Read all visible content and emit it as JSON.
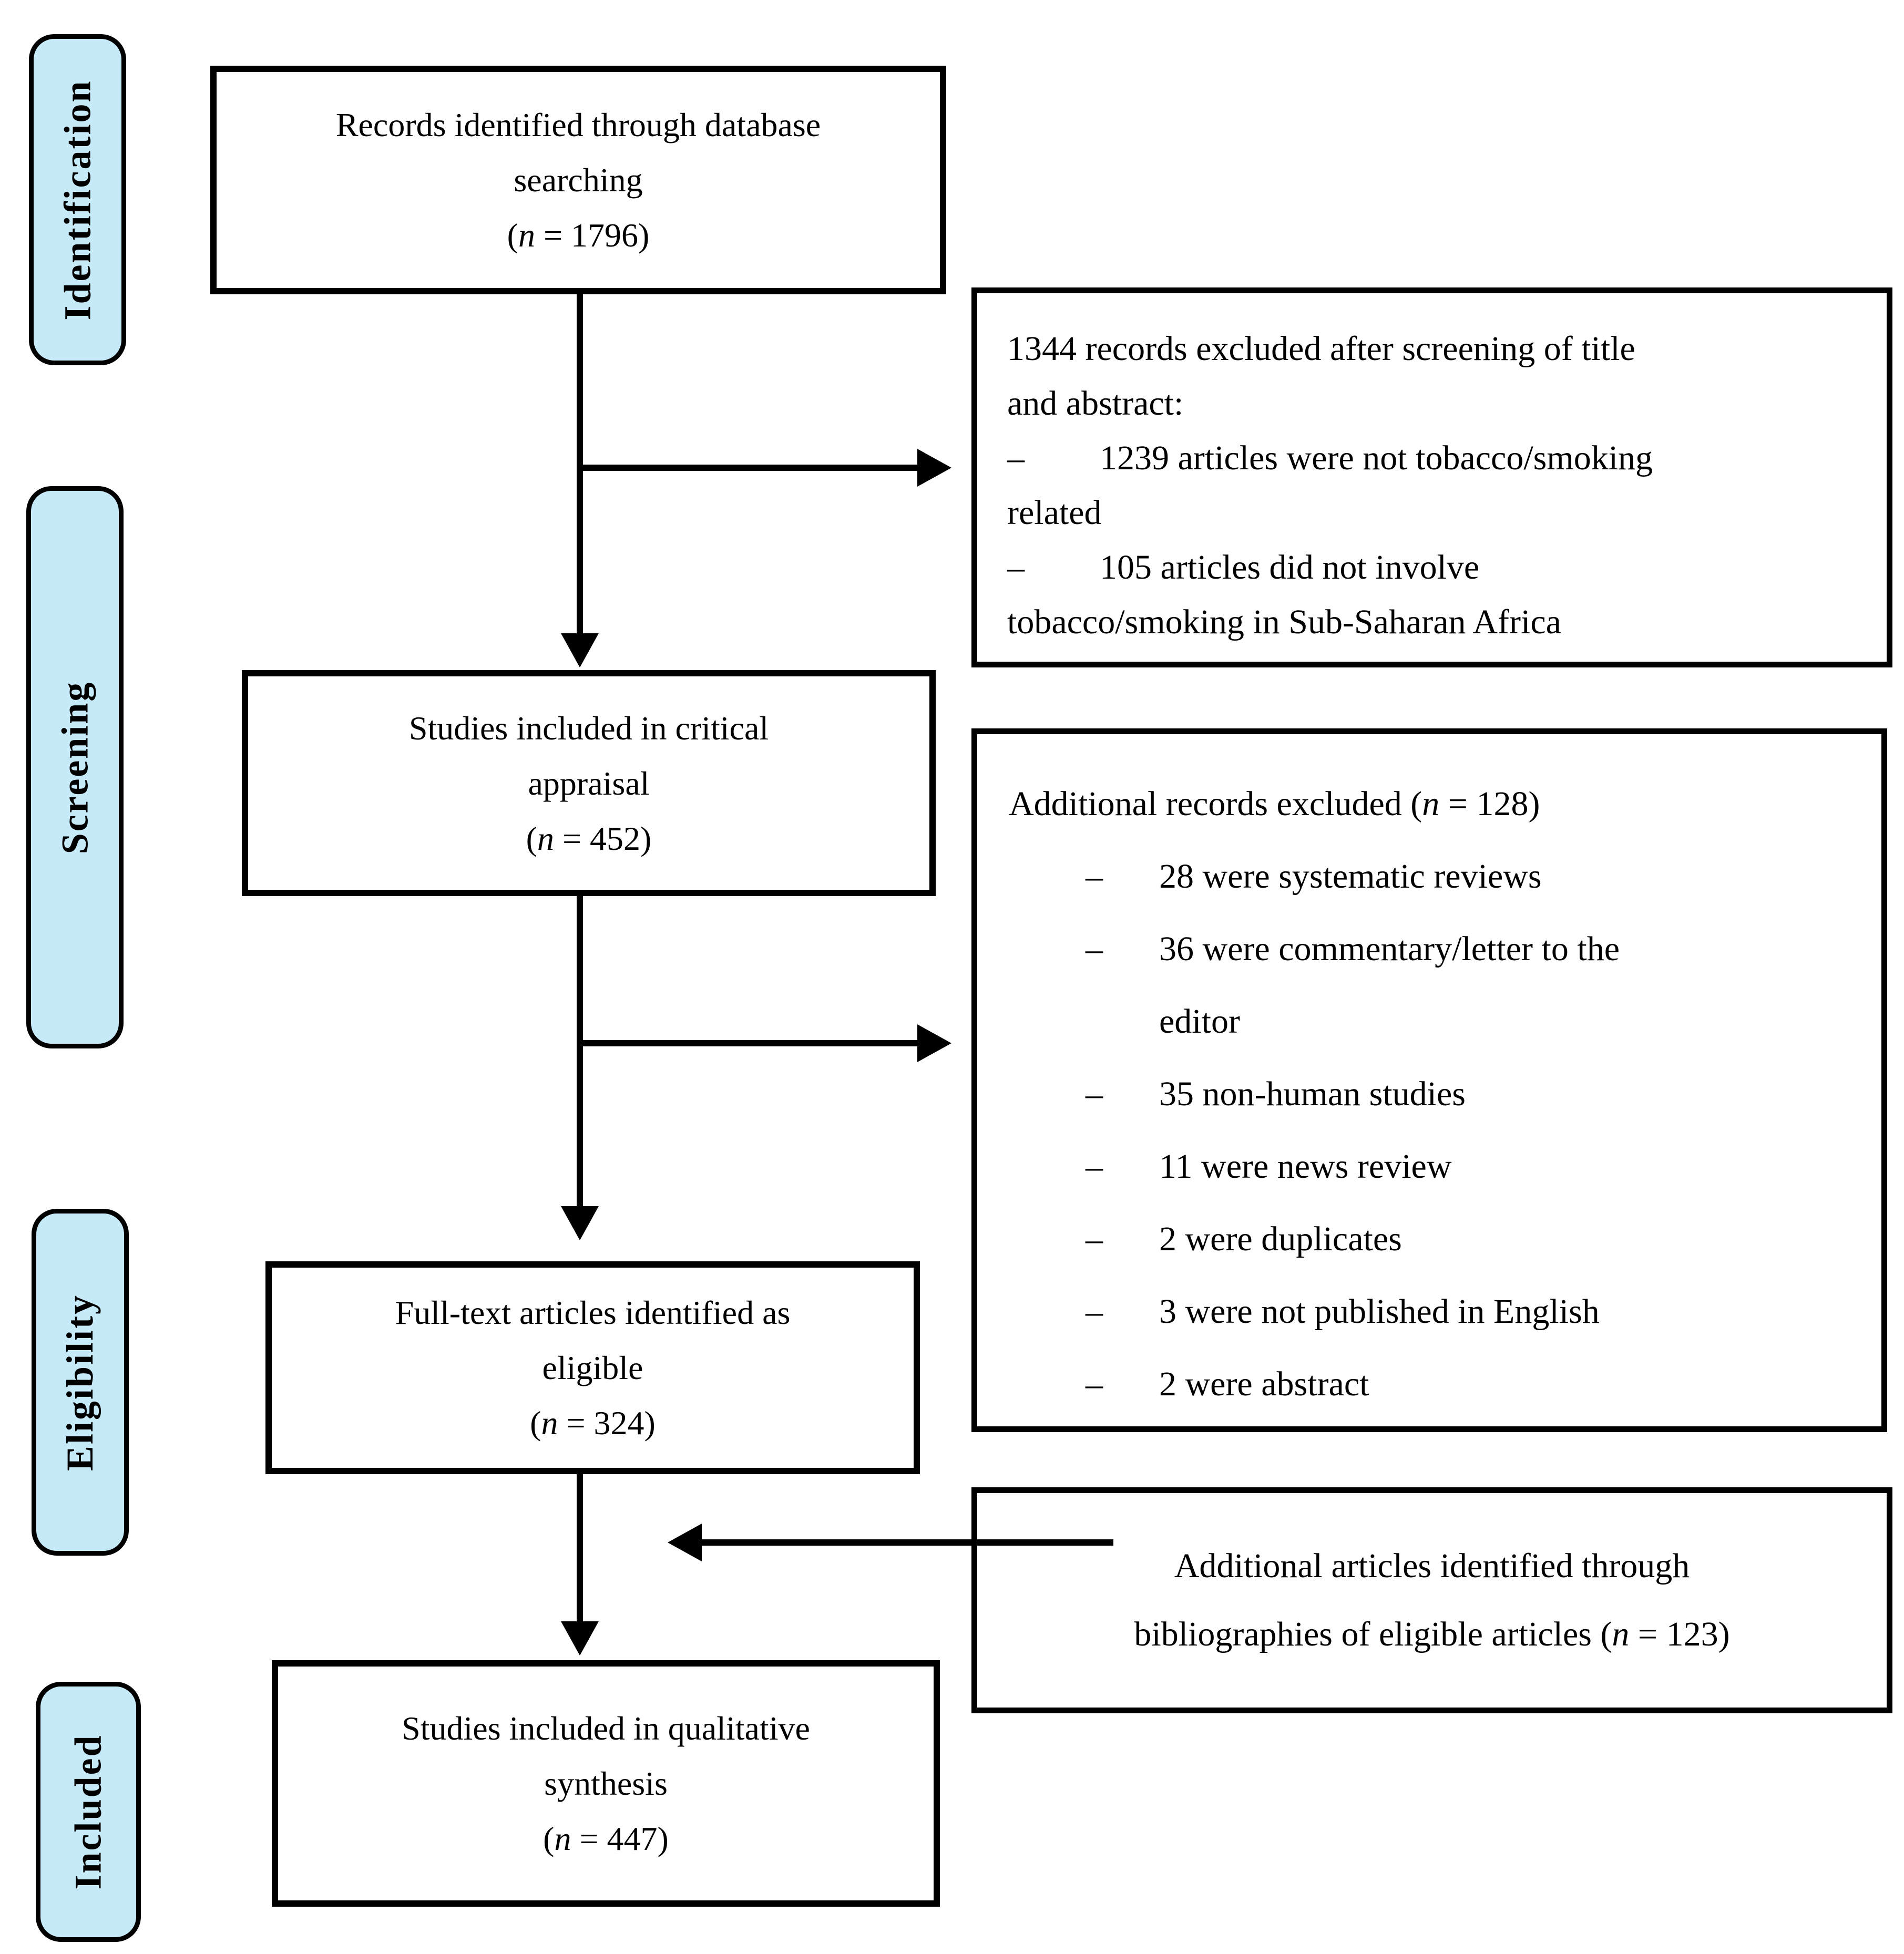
{
  "diagram_type": "PRISMA flow diagram",
  "colors": {
    "stage_fill": "#C7EAF9",
    "border": "#000000",
    "box_fill": "#FFFFFF"
  },
  "stages": [
    {
      "label": "Identification"
    },
    {
      "label": "Screening"
    },
    {
      "label": "Eligibility"
    },
    {
      "label": "Included"
    }
  ],
  "flow": {
    "records": {
      "line1": "Records identified through database",
      "line2": "searching",
      "stat": {
        "pre": "(",
        "var": "n",
        "post": " = 1796)"
      }
    },
    "appraisal": {
      "line1": "Studies included in critical",
      "line2": "appraisal",
      "stat": {
        "pre": "(",
        "var": "n",
        "post": " = 452)"
      }
    },
    "fulltext": {
      "line1": "Full-text articles identified as",
      "line2": "eligible",
      "stat": {
        "pre": "(",
        "var": "n",
        "post": " = 324)"
      }
    },
    "synthesis": {
      "line1": "Studies included in qualitative",
      "line2": "synthesis",
      "stat": {
        "pre": "(",
        "var": "n",
        "post": " = 447)"
      }
    }
  },
  "exclusion_box_1": {
    "lines": [
      {
        "text": "1344 records excluded after screening of title"
      },
      {
        "text": "and abstract:"
      },
      {
        "dash": "–",
        "text": "1239 articles were not tobacco/smoking"
      },
      {
        "text": "related"
      },
      {
        "dash": "–",
        "text": "105 articles did not involve"
      },
      {
        "text": "tobacco/smoking in Sub-Saharan Africa"
      }
    ]
  },
  "exclusion_box_2": {
    "title": {
      "pre": "Additional records excluded (",
      "var": "n",
      "post": " = 128)"
    },
    "items": [
      {
        "dash": "–",
        "text": "28 were systematic reviews"
      },
      {
        "dash": "–",
        "text": "36 were commentary/letter to the"
      },
      {
        "text": "editor"
      },
      {
        "dash": "–",
        "text": "35 non-human studies"
      },
      {
        "dash": "–",
        "text": "11 were news review"
      },
      {
        "dash": "–",
        "text": "2 were duplicates"
      },
      {
        "dash": "–",
        "text": "3 were not published in English"
      },
      {
        "dash": "–",
        "text": "2 were abstract"
      }
    ]
  },
  "bibliography_box": {
    "line1": "Additional articles identified through",
    "line2": {
      "pre": "bibliographies of eligible articles (",
      "var": "n",
      "post": " = 123)"
    }
  }
}
